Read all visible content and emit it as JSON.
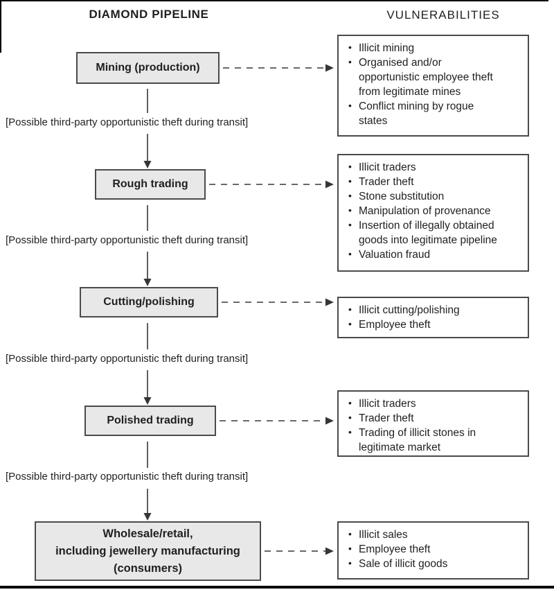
{
  "header": {
    "pipeline_title": "DIAMOND PIPELINE",
    "vulnerabilities_title": "VULNERABILITIES"
  },
  "transit_note": "[Possible third-party opportunistic theft during transit]",
  "stages": [
    "Mining (production)",
    "Rough trading",
    "Cutting/polishing",
    "Polished trading",
    "Wholesale/retail,\nincluding jewellery manufacturing\n(consumers)"
  ],
  "vulnerabilities": [
    [
      "Illicit mining",
      "Organised and/or\nopportunistic employee theft\nfrom legitimate mines",
      "Conflict mining by rogue\nstates"
    ],
    [
      "Illicit traders",
      "Trader theft",
      "Stone substitution",
      "Manipulation of provenance",
      "Insertion of illegally obtained\ngoods into legitimate pipeline",
      "Valuation fraud"
    ],
    [
      "Illicit cutting/polishing",
      "Employee theft"
    ],
    [
      "Illicit traders",
      "Trader theft",
      "Trading of illicit stones in\nlegitimate market"
    ],
    [
      "Illicit sales",
      "Employee theft",
      "Sale of illicit goods"
    ]
  ],
  "colors": {
    "stage_box_fill": "#e8e8e8",
    "box_border": "#4a4a4a",
    "arrow": "#363636",
    "text": "#1f1f1f",
    "frame_rule": "#000000",
    "background": "#ffffff"
  }
}
